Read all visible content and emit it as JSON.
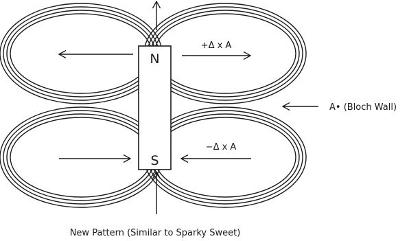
{
  "diagram": {
    "magnet": {
      "north_label": "N",
      "south_label": "S"
    },
    "upper_right_label": "+Δ x A",
    "lower_right_label": "−Δ x A",
    "side_label": "A• (Bloch Wall)",
    "caption": "New Pattern (Similar to Sparky Sweet)"
  }
}
